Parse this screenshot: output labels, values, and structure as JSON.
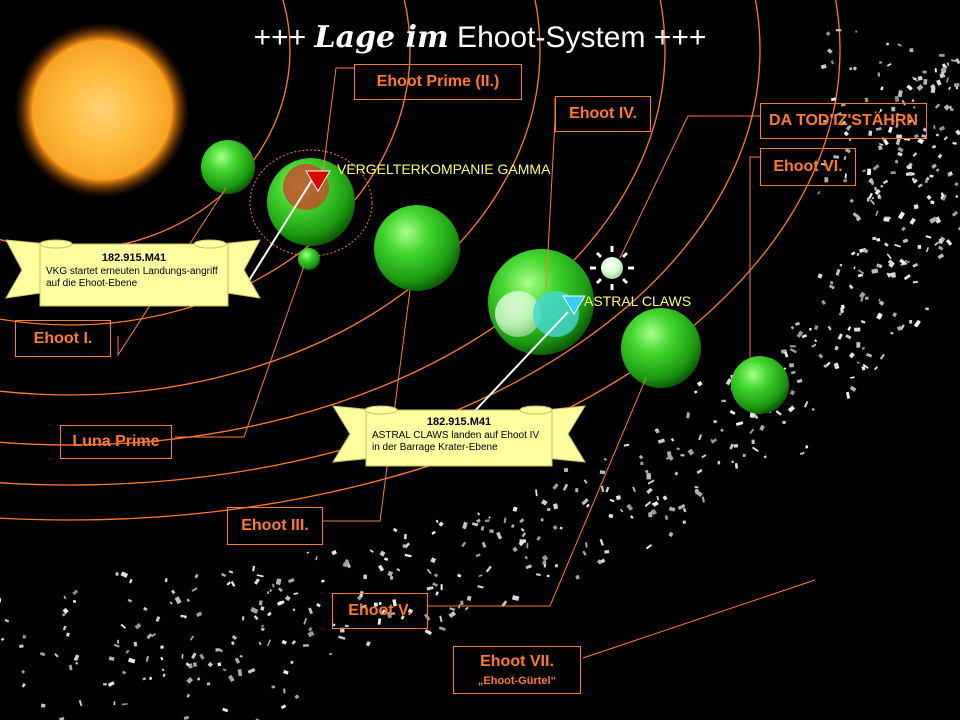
{
  "title": {
    "prefix": "+++ ",
    "gothic": "Lage im",
    "suffix": " Ehoot-System +++"
  },
  "labels": {
    "ehoot_prime": "Ehoot Prime (II.)",
    "ehoot_iv": "Ehoot IV.",
    "da_todiz": "DA TOD'IZ'STÄHRN",
    "ehoot_vi": "Ehoot VI.",
    "ehoot_i": "Ehoot I.",
    "luna_prime": "Luna Prime",
    "ehoot_iii": "Ehoot III.",
    "ehoot_v": "Ehoot V.",
    "ehoot_vii": "Ehoot VII.",
    "ehoot_vii_sub": "„Ehoot-Gürtel“"
  },
  "units": {
    "vergelter": "VERGELTERKOMPANIE GAMMA",
    "astral": "ASTRAL CLAWS"
  },
  "events": {
    "vkg": {
      "date": "182.915.M41",
      "text": "VKG startet erneuten Landungs-angriff auf die Ehoot-Ebene"
    },
    "astral": {
      "date": "182.915.M41",
      "text": "ASTRAL CLAWS landen auf Ehoot IV in der Barrage Krater-Ebene"
    }
  },
  "colors": {
    "background": "#000000",
    "label": "#ff7a2a",
    "orbit": "#ff7a2a",
    "planet": "#3fcf2a",
    "unit_text": "#ffff66",
    "scroll": "#ffffa0",
    "vkg_marker": "#e00000",
    "astral_marker": "#33ccff"
  }
}
